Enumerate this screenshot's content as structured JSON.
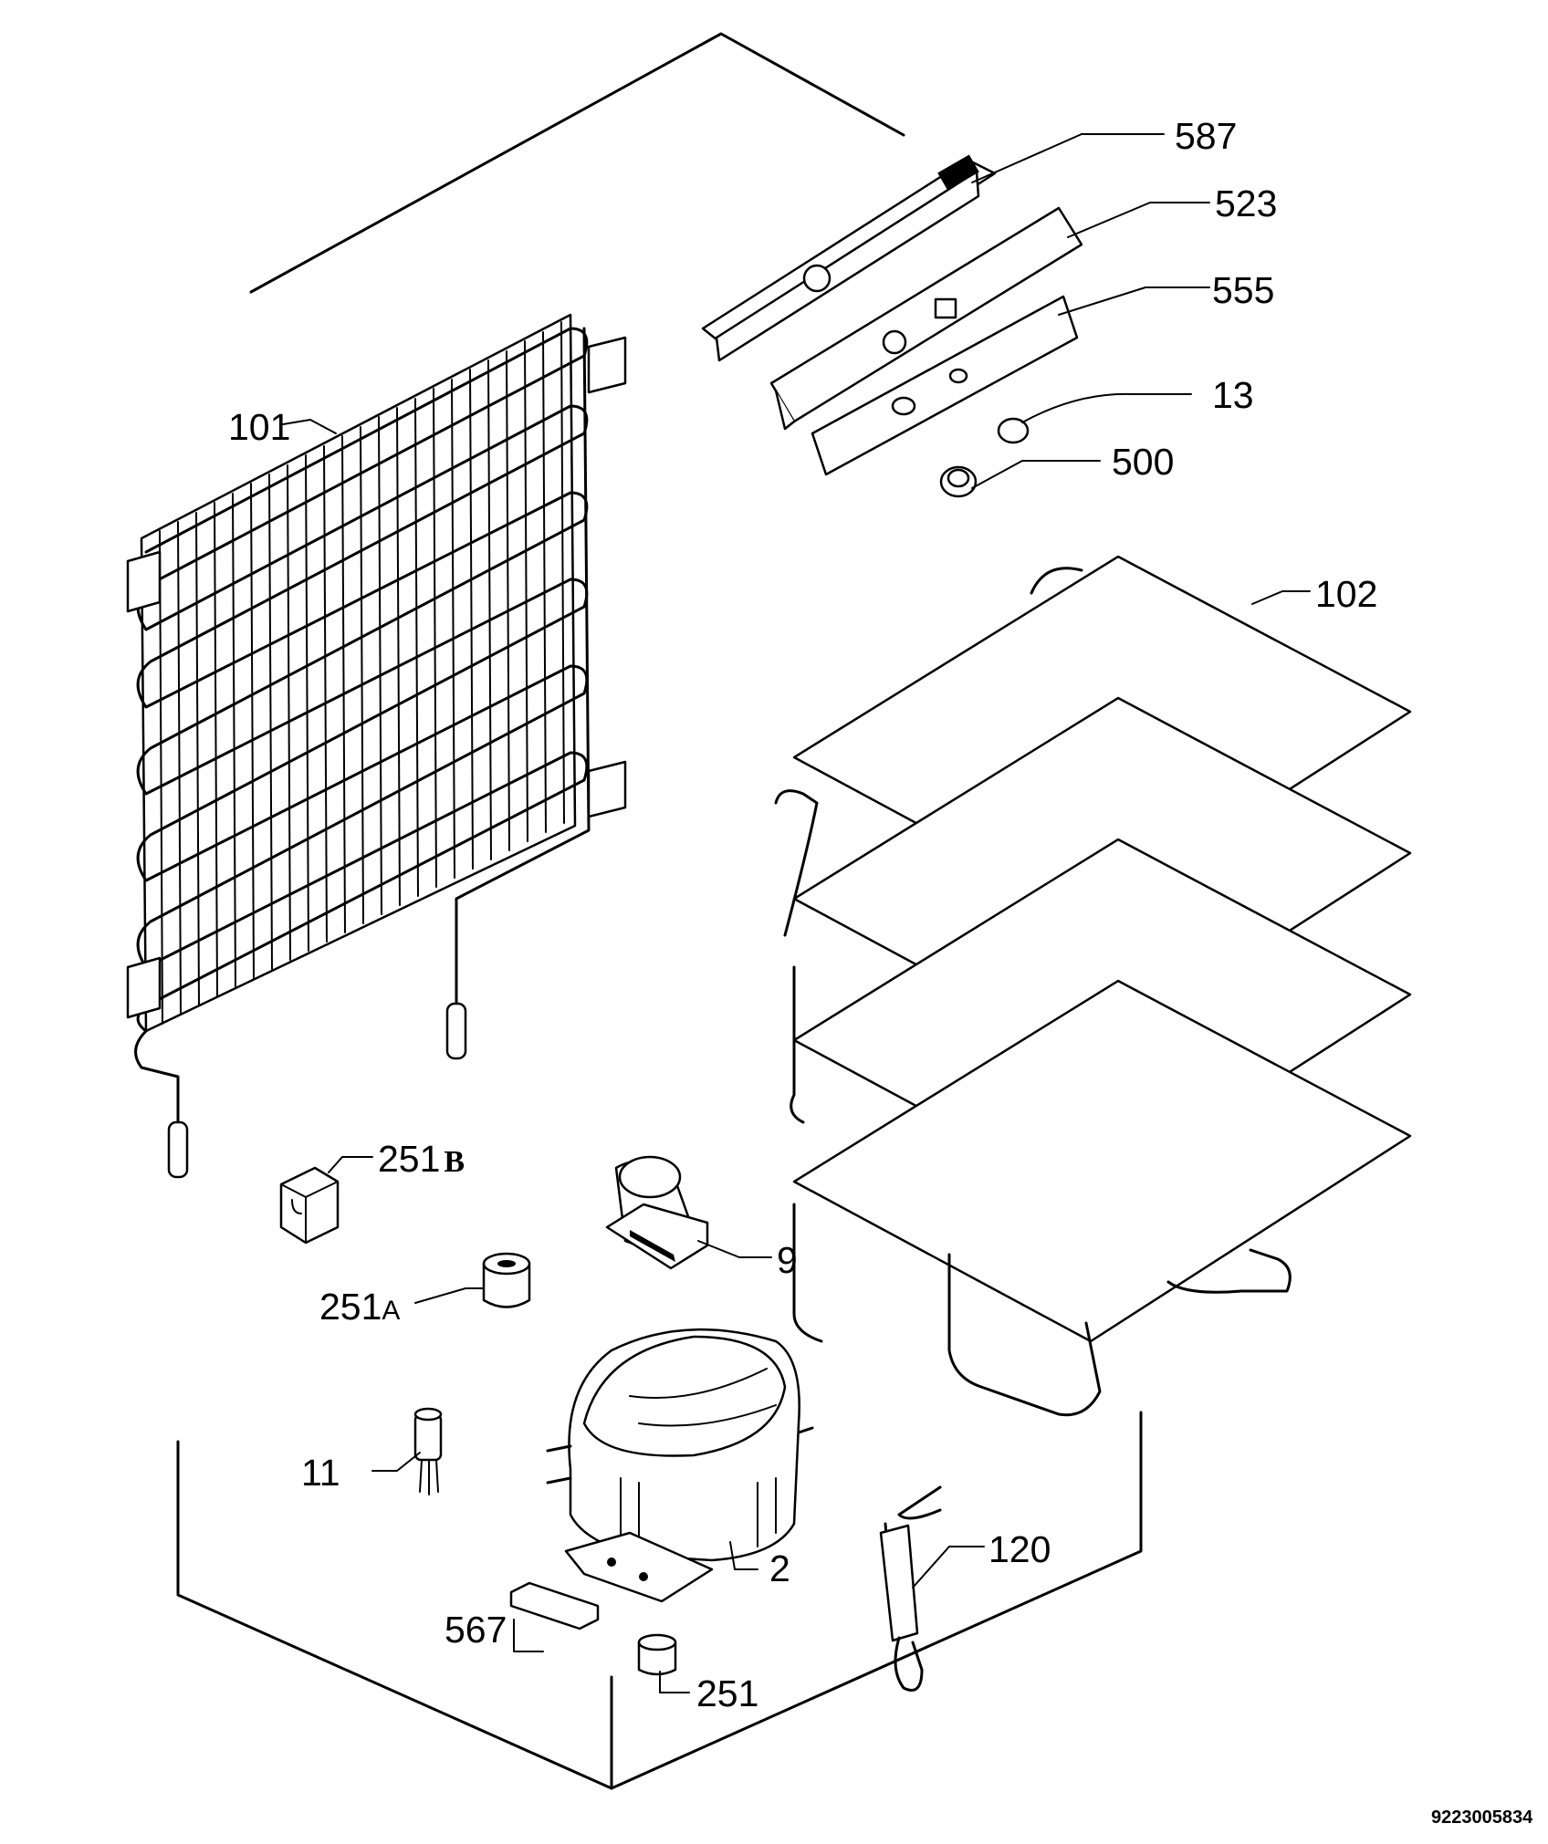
{
  "labels": {
    "p587": "587",
    "p523": "523",
    "p555": "555",
    "p13": "13",
    "p500": "500",
    "p101": "101",
    "p102": "102",
    "p251b_num": "251",
    "p251b_suffix": "B",
    "p9": "9",
    "p251a_num": "251",
    "p251a_suffix": "A",
    "p11": "11",
    "p2": "2",
    "p120": "120",
    "p567": "567",
    "p251": "251"
  },
  "document_id": "9223005834"
}
